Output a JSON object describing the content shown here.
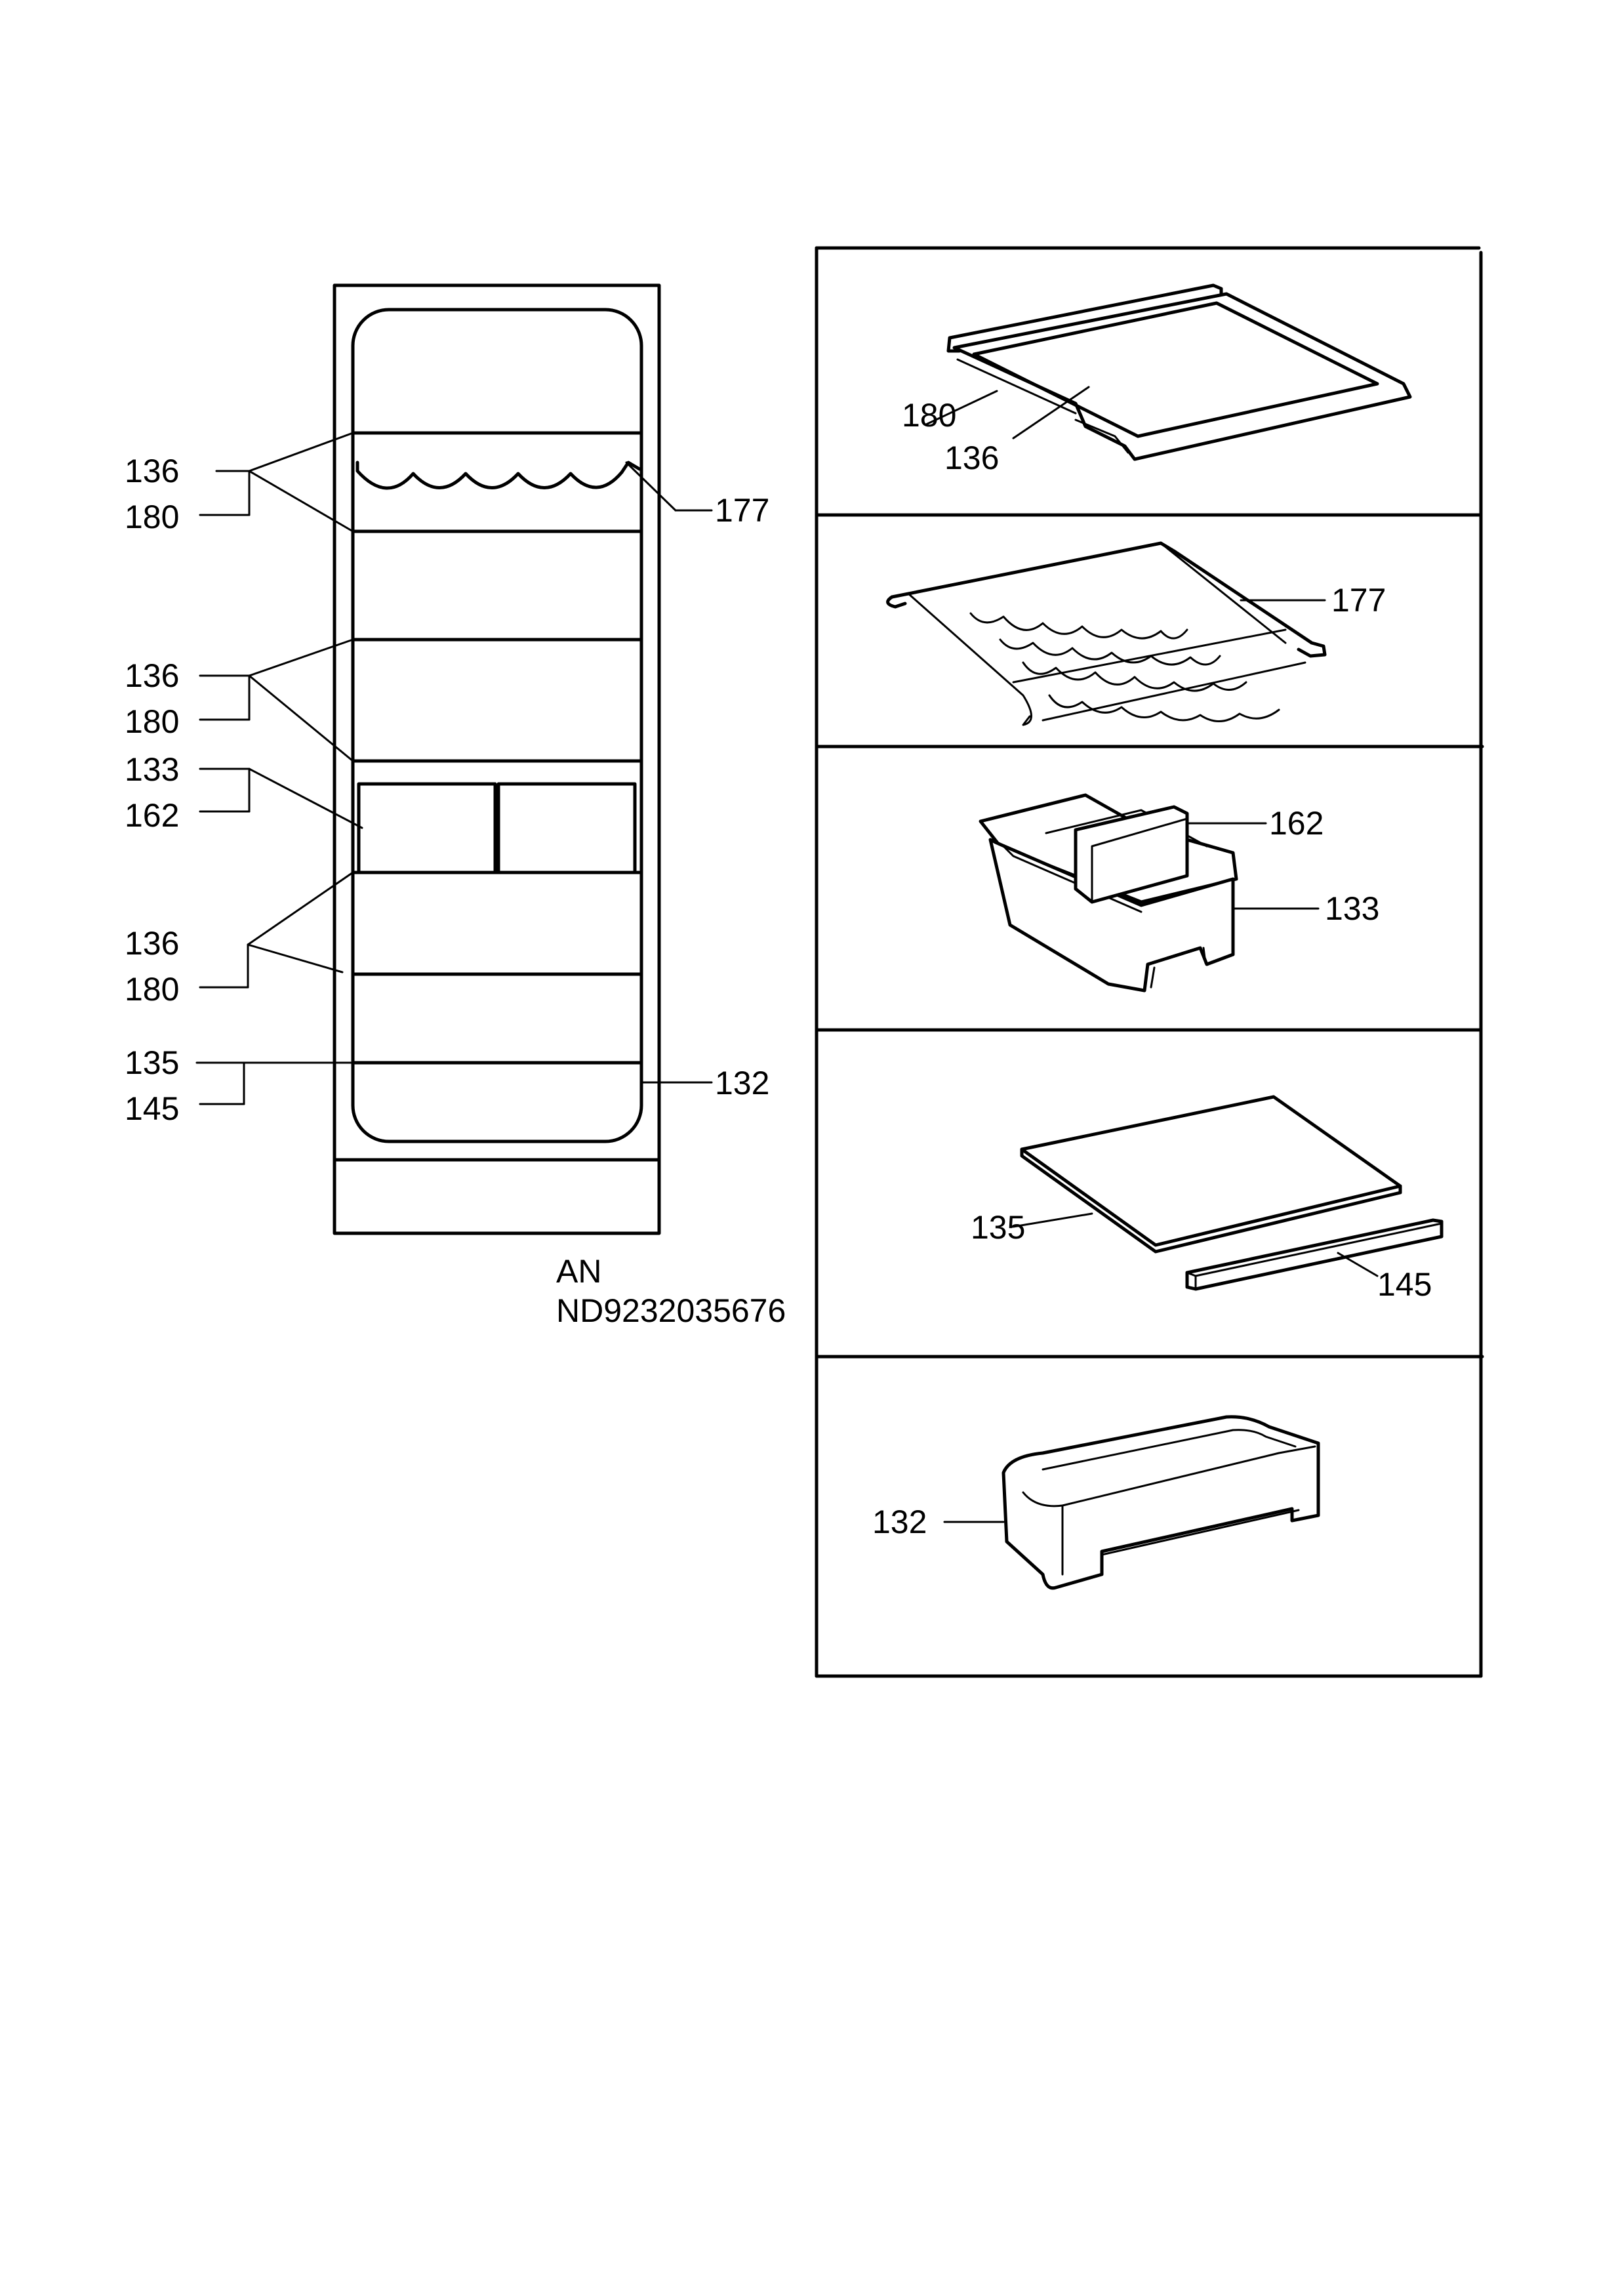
{
  "cabinet_labels": {
    "top_136": "136",
    "top_180": "180",
    "mid_136": "136",
    "mid_180": "180",
    "l_133": "133",
    "l_162": "162",
    "low_136": "136",
    "low_180": "180",
    "l_135": "135",
    "l_145": "145",
    "r_177": "177",
    "r_132": "132"
  },
  "drawing_code": {
    "line1": "AN",
    "line2": "ND9232035676"
  },
  "parts_panels": {
    "shelf": {
      "label_a": "180",
      "label_b": "136"
    },
    "wine_rack": {
      "label": "177"
    },
    "box": {
      "label_divider": "162",
      "label_box": "133"
    },
    "glass": {
      "label_plate": "135",
      "label_strip": "145"
    },
    "crisper": {
      "label": "132"
    }
  }
}
